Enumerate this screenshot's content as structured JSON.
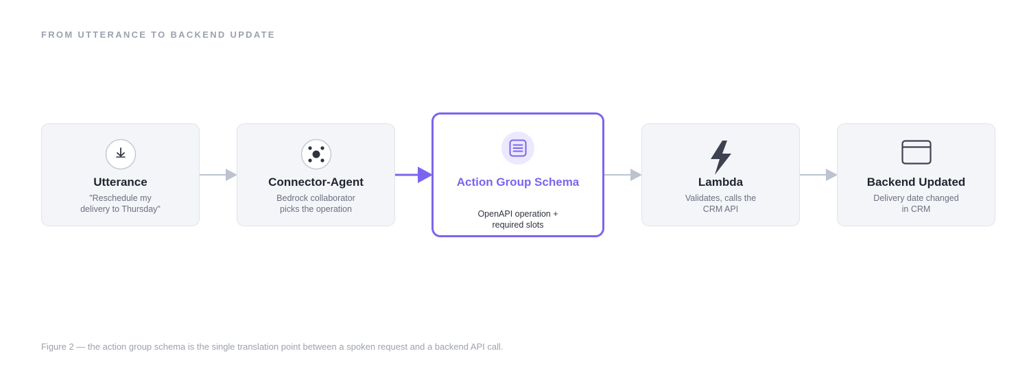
{
  "heading": "FROM UTTERANCE TO BACKEND UPDATE",
  "caption": "Figure 2 — the action group schema is the single translation point between a spoken request and a backend API call.",
  "colors": {
    "accent": "#7b64ef",
    "node_bg": "#f4f5f8",
    "node_border": "#dfe2e8",
    "arrow": "#bcc3cf",
    "text_dark": "#1f2430",
    "text_muted": "#6a7080"
  },
  "nodes": [
    {
      "title": "Utterance",
      "desc": "\"Reschedule my delivery to Thursday\"",
      "icon": "download-arrow-circle-icon"
    },
    {
      "title": "Connector-Agent",
      "desc": "Bedrock collaborator picks the operation",
      "icon": "agent-hub-circle-icon"
    },
    {
      "title": "Action Group Schema",
      "desc": "OpenAPI operation + required slots",
      "icon": "document-lines-icon",
      "highlighted": true
    },
    {
      "title": "Lambda",
      "desc": "Validates, calls the CRM API",
      "icon": "lightning-bolt-icon"
    },
    {
      "title": "Backend Updated",
      "desc": "Delivery date changed in CRM",
      "icon": "browser-window-icon"
    }
  ]
}
